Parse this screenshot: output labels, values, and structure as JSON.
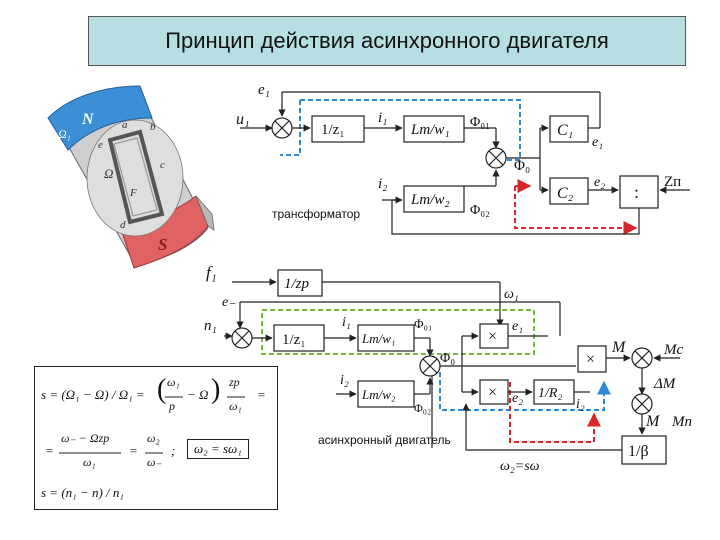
{
  "title": "Принцип действия асинхронного двигателя",
  "motor": {
    "north_label": "N",
    "south_label": "S",
    "omega1_label": "Ω₁",
    "omega_label": "Ω",
    "rotor_marks": [
      "a",
      "b",
      "c",
      "d",
      "e",
      "F"
    ]
  },
  "top_diagram": {
    "e1_feedback": "e₁",
    "u1": "u₁",
    "block_z1": "1/z₁",
    "i1": "i₁",
    "block_lm_w1": "Lm/w₁",
    "phi01": "Φ₀₁",
    "block_c1": "C₁",
    "e1_out": "e₁",
    "phi0": "Φ₀",
    "i2": "i₂",
    "block_lm_w2": "Lm/w₂",
    "phi02": "Φ₀₂",
    "block_c2": "C₂",
    "e2": "e₂",
    "block_div": ":",
    "zn": "Zп",
    "caption": "трансформатор"
  },
  "bottom_diagram": {
    "f1": "f₁",
    "block_zp": "1/zp",
    "omega1": "ω₁",
    "e_top": "e₋",
    "n1": "n₁",
    "block_z1": "1/z₁",
    "i1": "i₁",
    "block_lm_w1": "Lm/w₁",
    "phi01": "Φ₀₁",
    "mult1": "×",
    "e1": "e₁",
    "phi0": "Φ₀",
    "i2": "i₂",
    "block_lm_w2": "Lm/w₂",
    "phi02": "Φ₀₂",
    "mult2": "×",
    "e2": "e₂",
    "block_r2": "1/R₂",
    "i2_out": "i₂",
    "mult3": "×",
    "M": "M",
    "Mc": "Mc",
    "dM": "ΔM",
    "M2": "M",
    "Mn": "Mп",
    "block_beta": "1/β",
    "omega2": "ω₂=sω",
    "caption": "асинхронный двигатель"
  },
  "formulas": {
    "line1_lhs": "s = (Ω₁ − Ω) / Ω₁ =",
    "line1_num1": "ω₁",
    "line1_den1": "p",
    "line1_mid": "− Ω",
    "line1_num2": "zp",
    "line1_den2": "ω₁",
    "line1_eq": "=",
    "line2_eq": "=",
    "line2_num1": "ω₋ − Ωzp",
    "line2_den1": "ω₁",
    "line2_eq2": "=",
    "line2_num2": "ω₂",
    "line2_den2": "ω₋",
    "line2_semi": ";",
    "line2_boxed": "ω₂ = sω₁",
    "line3": "s = (n₁ − n) / n₁"
  },
  "colors": {
    "title_bg": "#b7dfe3",
    "dashed_blue": "#2f8ad8",
    "dashed_red": "#d8262a",
    "dashed_green": "#7db83a",
    "motor_blue": "#3a8fd6",
    "motor_red": "#e06262"
  }
}
